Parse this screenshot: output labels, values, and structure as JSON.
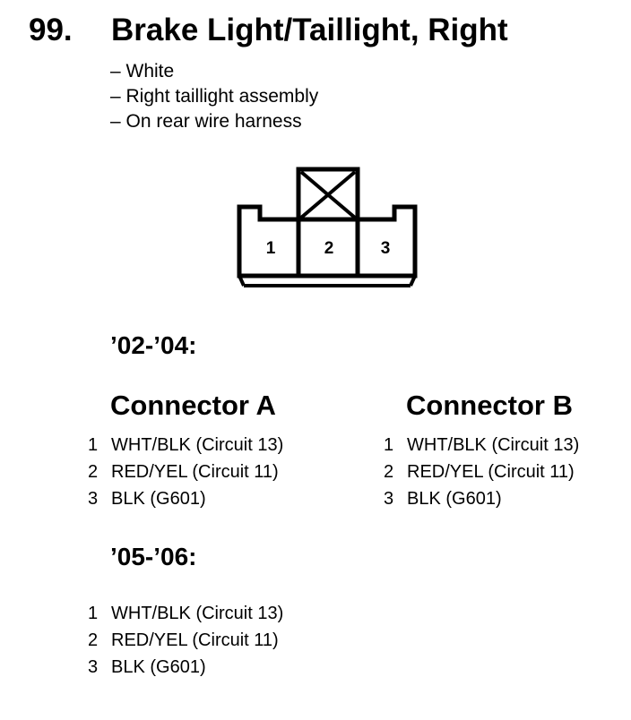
{
  "heading": {
    "number": "99.",
    "title": "Brake Light/Taillight, Right"
  },
  "notes": [
    "– White",
    "– Right taillight assembly",
    "– On rear wire harness"
  ],
  "connector_diagram": {
    "pins": [
      "1",
      "2",
      "3"
    ]
  },
  "years_1": {
    "label": "’02-’04:",
    "connector_a": {
      "title": "Connector A",
      "pins": [
        {
          "num": "1",
          "desc": "WHT/BLK (Circuit 13)"
        },
        {
          "num": "2",
          "desc": "RED/YEL (Circuit 11)"
        },
        {
          "num": "3",
          "desc": "BLK (G601)"
        }
      ]
    },
    "connector_b": {
      "title": "Connector B",
      "pins": [
        {
          "num": "1",
          "desc": "WHT/BLK (Circuit 13)"
        },
        {
          "num": "2",
          "desc": "RED/YEL (Circuit 11)"
        },
        {
          "num": "3",
          "desc": "BLK (G601)"
        }
      ]
    }
  },
  "years_2": {
    "label": "’05-’06:",
    "pins": [
      {
        "num": "1",
        "desc": "WHT/BLK (Circuit 13)"
      },
      {
        "num": "2",
        "desc": "RED/YEL (Circuit 11)"
      },
      {
        "num": "3",
        "desc": "BLK (G601)"
      }
    ]
  }
}
